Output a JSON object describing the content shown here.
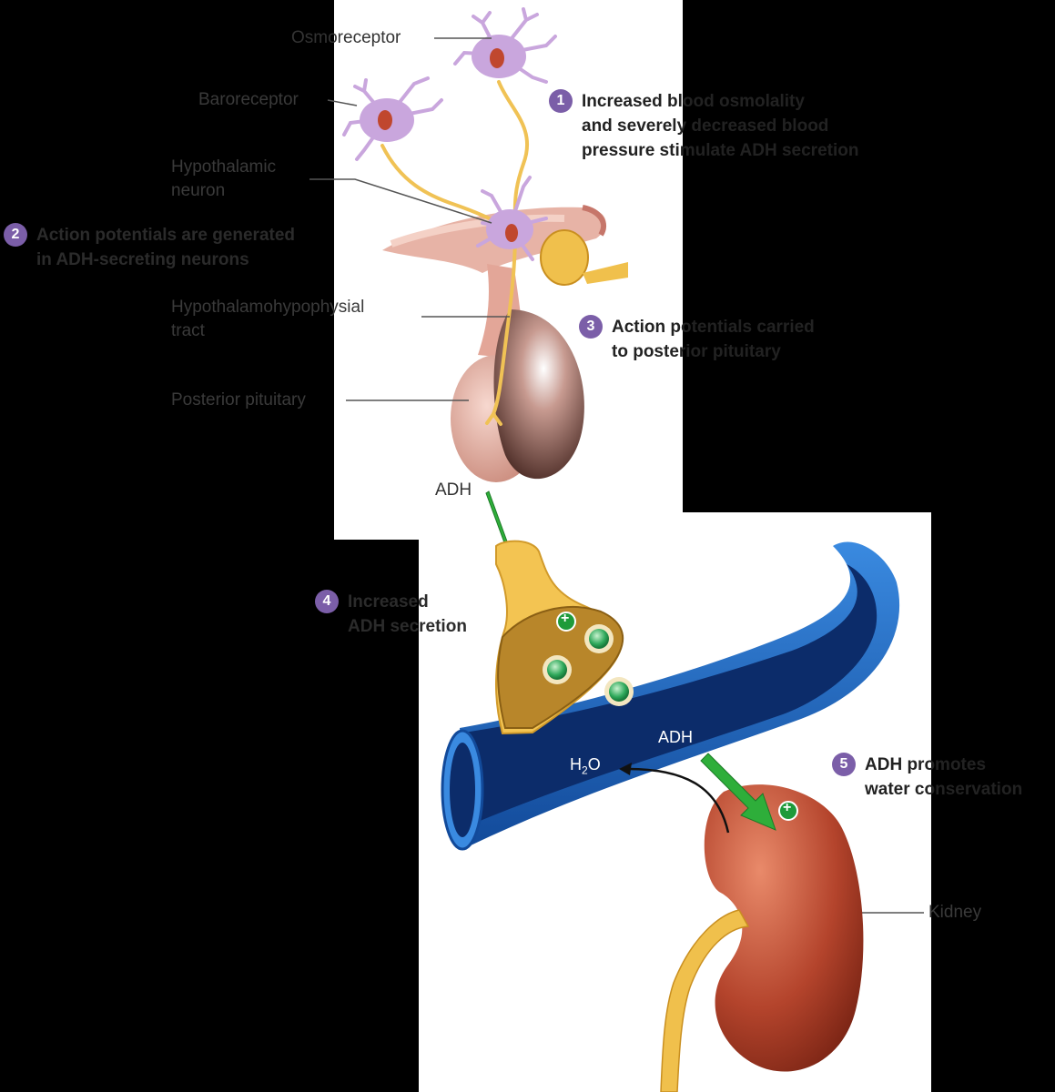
{
  "labels": {
    "osmoreceptor": "Osmoreceptor",
    "baroreceptor": "Baroreceptor",
    "hypothalamic_neuron": [
      "Hypothalamic",
      "neuron"
    ],
    "tract": [
      "Hypothalamohypophysial",
      "tract"
    ],
    "posterior_pituitary": "Posterior pituitary",
    "adh_top": "ADH",
    "adh_vessel": "ADH",
    "water": {
      "h": "H",
      "sub": "2",
      "o": "O"
    },
    "kidney": "Kidney",
    "plus": "+"
  },
  "steps": [
    {
      "num": "1",
      "lines": [
        "Increased blood osmolality",
        "and severely decreased blood",
        "pressure stimulate ADH secretion"
      ]
    },
    {
      "num": "2",
      "lines": [
        "Action potentials are generated",
        "in ADH-secreting neurons"
      ]
    },
    {
      "num": "3",
      "lines": [
        "Action potentials carried",
        "to posterior pituitary"
      ]
    },
    {
      "num": "4",
      "lines": [
        "Increased",
        "ADH secretion"
      ]
    },
    {
      "num": "5",
      "lines": [
        "ADH promotes",
        "water conservation"
      ]
    }
  ],
  "colors": {
    "panel": "#ffffff",
    "background": "#000000",
    "step_badge": "#7b5ea8",
    "neuron": "#c9a6dd",
    "axon": "#f2c45a",
    "vessel": "#1f5fb8",
    "arrow": "#2eae3a",
    "kidney": "#b4442c",
    "pituitary": "#7e4a42"
  }
}
